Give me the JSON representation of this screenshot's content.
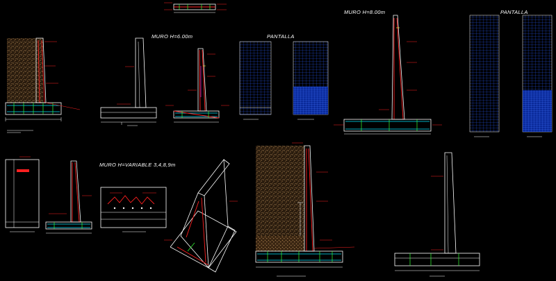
{
  "titles": {
    "muro_600": "MURO  H=6.00m",
    "pantalla_1": "PANTALLA",
    "muro_800": "MURO  H=8.00m",
    "pantalla_2": "PANTALLA",
    "muro_variable": "MURO  H=VARIABLE 3,4,8,9m"
  },
  "colors": {
    "background": "#000000",
    "lines": "#ffffff",
    "rebar": "#ff2020",
    "stirrups": "#33ff33",
    "footing_bar": "#00e5ff",
    "mesh": "#2a5cff",
    "dims": "#ff33ff"
  }
}
